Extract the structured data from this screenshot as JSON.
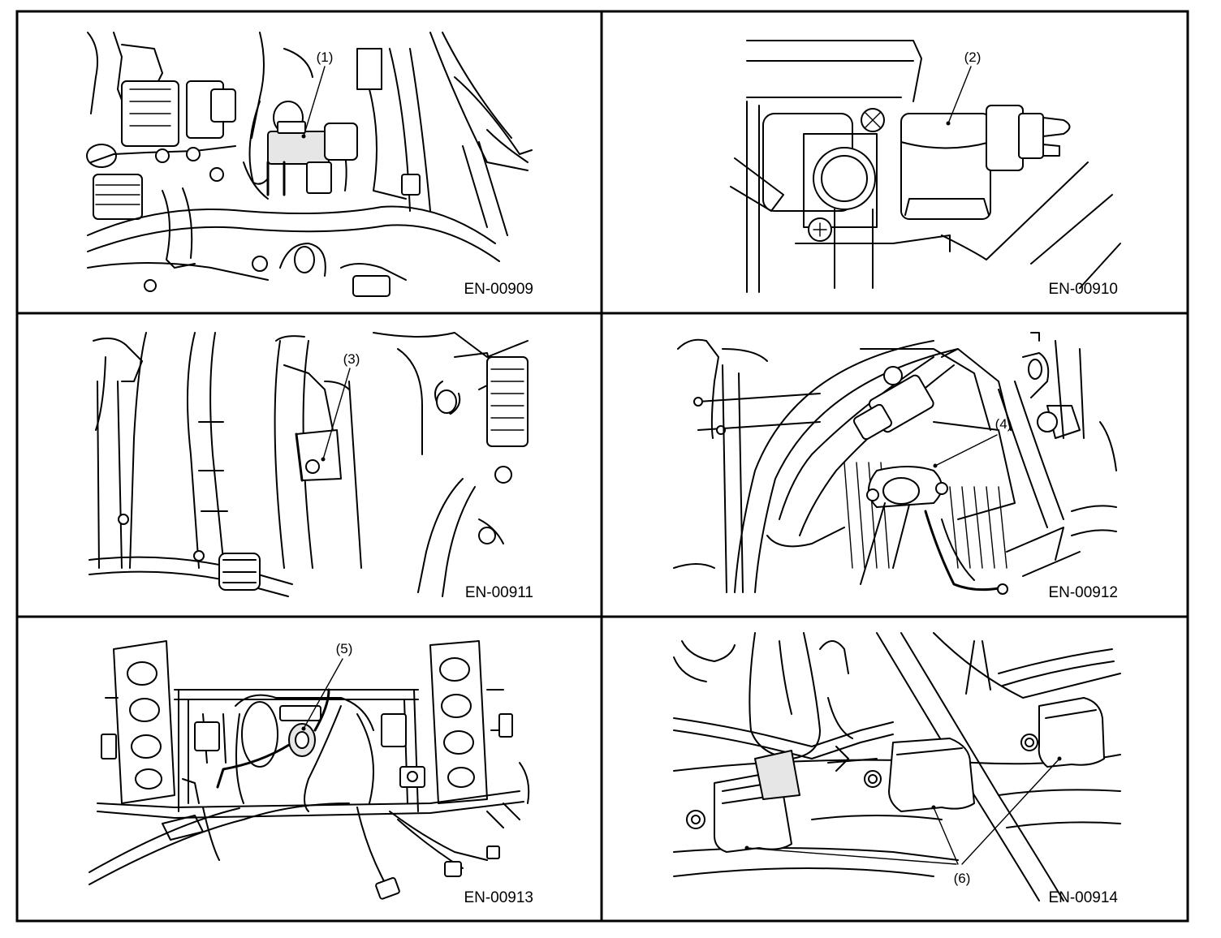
{
  "panels": [
    {
      "code": "EN-00909",
      "callout": "(1)"
    },
    {
      "code": "EN-00910",
      "callout": "(2)"
    },
    {
      "code": "EN-00911",
      "callout": "(3)"
    },
    {
      "code": "EN-00912",
      "callout": "(4)"
    },
    {
      "code": "EN-00913",
      "callout": "(5)"
    },
    {
      "code": "EN-00914",
      "callout": "(6)"
    }
  ]
}
